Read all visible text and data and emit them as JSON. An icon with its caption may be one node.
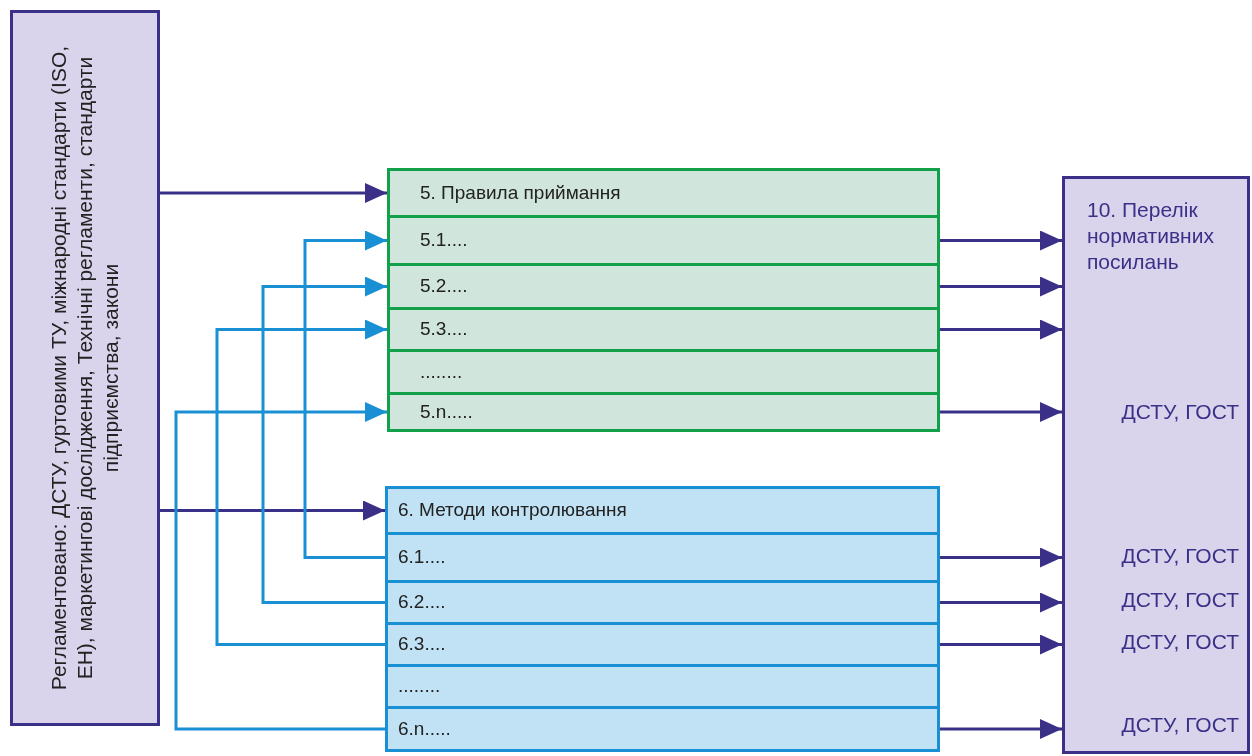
{
  "diagram": {
    "nodes": [
      {
        "text": [
          "Регламентовано: ДСТУ, гуртовими ТУ, міжнародні стандарти (ISO, EH), маркетингові дослідження, Технічні регламенти, стандарти підприємства, закони"
        ]
      },
      {
        "text": [],
        "shape": "box"
      },
      {
        "text": [
          "5. Правила приймання"
        ],
        "in": 1
      },
      {
        "text": [
          "5.1...."
        ],
        "in": 1
      },
      {
        "text": [
          "5.2...."
        ],
        "in": 1
      },
      {
        "text": [
          "5.3...."
        ],
        "in": 1
      },
      {
        "text": [
          "........"
        ],
        "in": 1
      },
      {
        "text": [
          "5.n....."
        ],
        "in": 1
      },
      {
        "text": [],
        "shape": "box"
      },
      {
        "text": [
          "6. Методи контролювання"
        ],
        "in": 8
      },
      {
        "text": [
          "6.1...."
        ],
        "in": 8
      },
      {
        "text": [
          "6.2...."
        ],
        "in": 8
      },
      {
        "text": [
          "6.3...."
        ],
        "in": 8
      },
      {
        "text": [
          "........"
        ],
        "in": 8
      },
      {
        "text": [
          "6.n....."
        ],
        "in": 8
      },
      {
        "text": [
          "10. Перелік нормативних посилань",
          "ДСТУ, ГОСТ",
          "ДСТУ, ГОСТ",
          "ДСТУ, ГОСТ",
          "ДСТУ, ГОСТ",
          "ДСТУ, ГОСТ"
        ]
      }
    ],
    "edges": [
      {
        "from": 0,
        "to": 2,
        "arrow": "to"
      },
      {
        "from": 0,
        "to": 9,
        "arrow": "to"
      },
      {
        "from": 10,
        "to": 3,
        "arrow": "to",
        "color": "#1a90d4"
      },
      {
        "from": 11,
        "to": 4,
        "arrow": "to",
        "color": "#1a90d4"
      },
      {
        "from": 12,
        "to": 5,
        "arrow": "to",
        "color": "#1a90d4"
      },
      {
        "from": 14,
        "to": 7,
        "arrow": "to",
        "color": "#1a90d4"
      },
      {
        "from": 3,
        "to": 15,
        "arrow": "to"
      },
      {
        "from": 4,
        "to": 15,
        "arrow": "to"
      },
      {
        "from": 5,
        "to": 15,
        "arrow": "to"
      },
      {
        "from": 7,
        "to": 15,
        "arrow": "to"
      },
      {
        "from": 10,
        "to": 15,
        "arrow": "to"
      },
      {
        "from": 11,
        "to": 15,
        "arrow": "to"
      },
      {
        "from": 12,
        "to": 15,
        "arrow": "to"
      },
      {
        "from": 14,
        "to": 15,
        "arrow": "to"
      }
    ]
  }
}
